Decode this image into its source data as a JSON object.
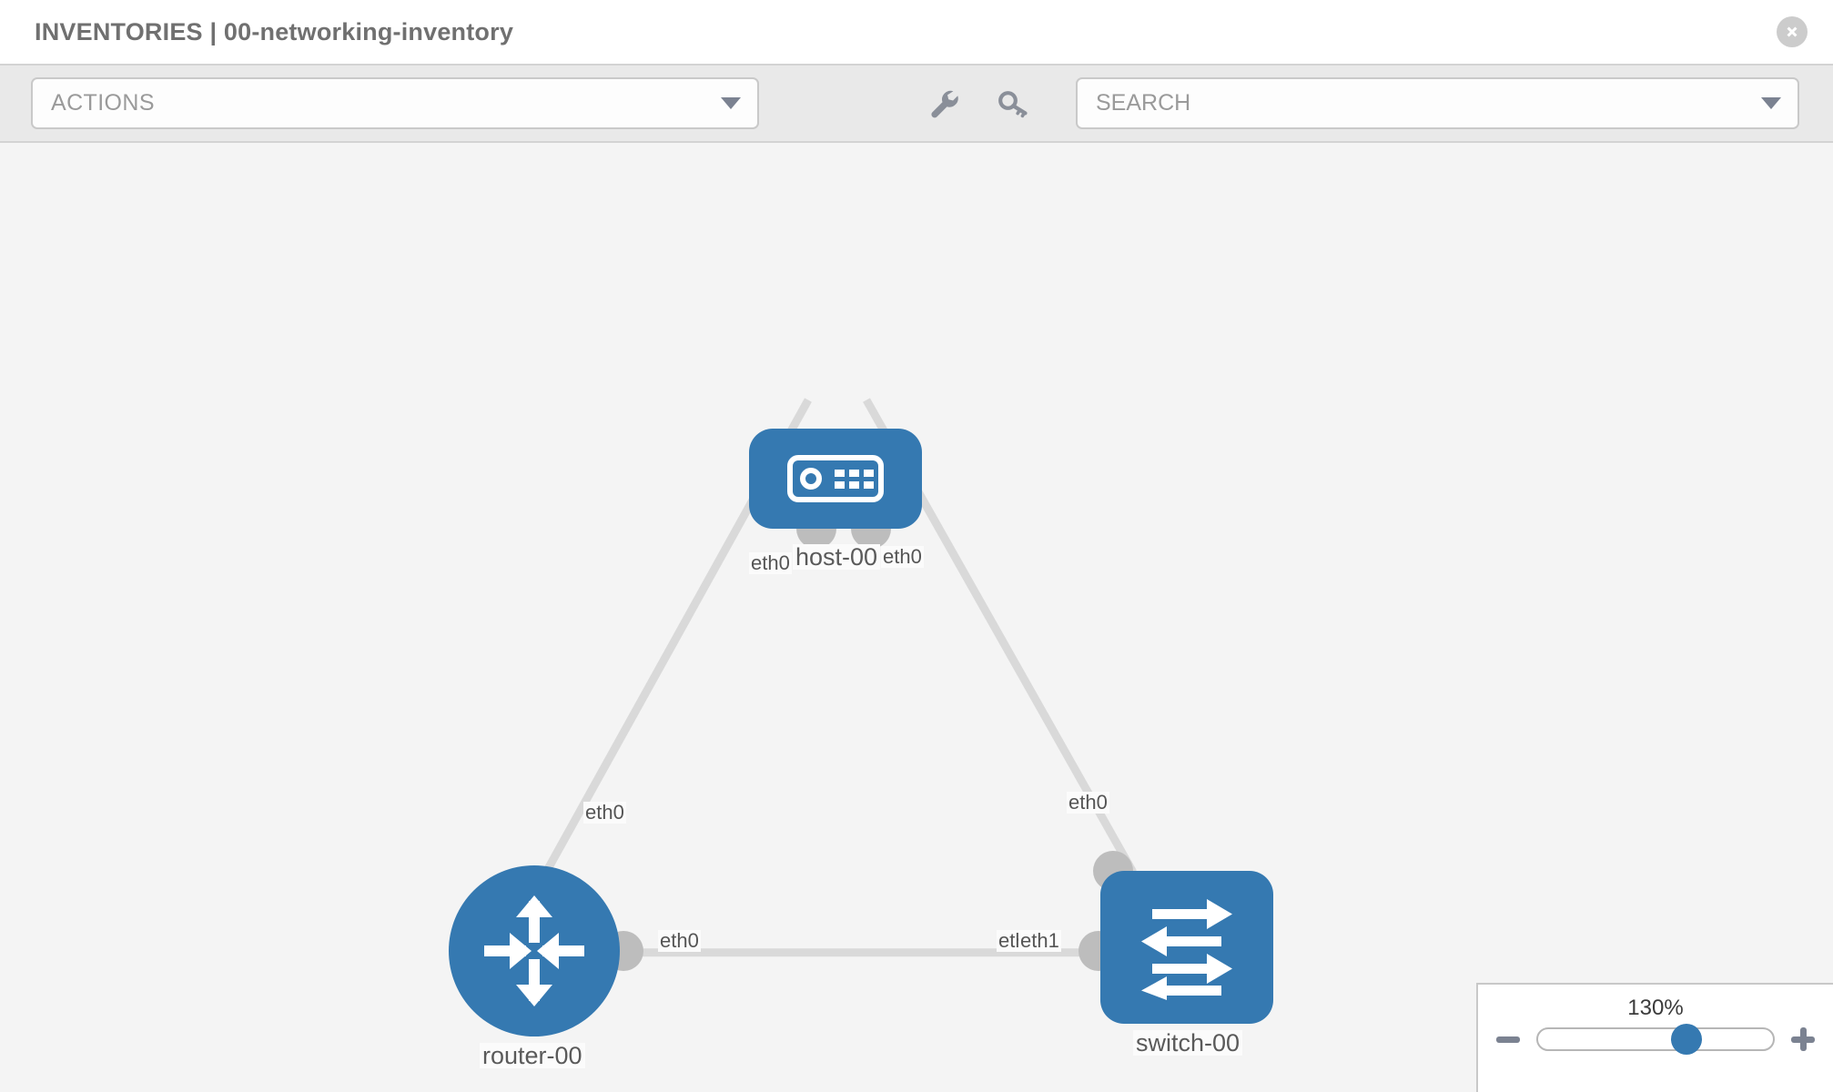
{
  "header": {
    "title": "INVENTORIES | 00-networking-inventory",
    "close_icon": "close-circle-icon"
  },
  "toolbar": {
    "actions_label": "ACTIONS",
    "actions_caret": "chevron-down-icon",
    "wrench_icon": "wrench-icon",
    "key_icon": "key-icon",
    "search_placeholder": "SEARCH",
    "search_value": "",
    "search_caret": "chevron-down-icon"
  },
  "topology": {
    "accent_color": "#3579b1",
    "link_color": "#d9d9d9",
    "stub_color": "#bdbdbd",
    "canvas_color": "#f4f4f4",
    "nodes": [
      {
        "id": "host",
        "label": "host-00",
        "icon": "server-appliance-icon",
        "shape": "rounded-rect"
      },
      {
        "id": "router",
        "label": "router-00",
        "icon": "router-arrows-icon",
        "shape": "circle"
      },
      {
        "id": "switch",
        "label": "switch-00",
        "icon": "switch-arrows-icon",
        "shape": "rounded-rect"
      }
    ],
    "edge_labels": [
      {
        "id": "host-left",
        "text": "eth0"
      },
      {
        "id": "host-right",
        "text": "eth0"
      },
      {
        "id": "router-up",
        "text": "eth0"
      },
      {
        "id": "switch-up",
        "text": "eth0"
      },
      {
        "id": "router-right",
        "text": "eth0"
      },
      {
        "id": "switch-left-a",
        "text": "eth0"
      },
      {
        "id": "switch-left-b",
        "text": "eth1"
      }
    ]
  },
  "zoom": {
    "value_label": "130%",
    "minus_icon": "minus-icon",
    "plus_icon": "plus-icon",
    "thumb_percent": 63
  }
}
